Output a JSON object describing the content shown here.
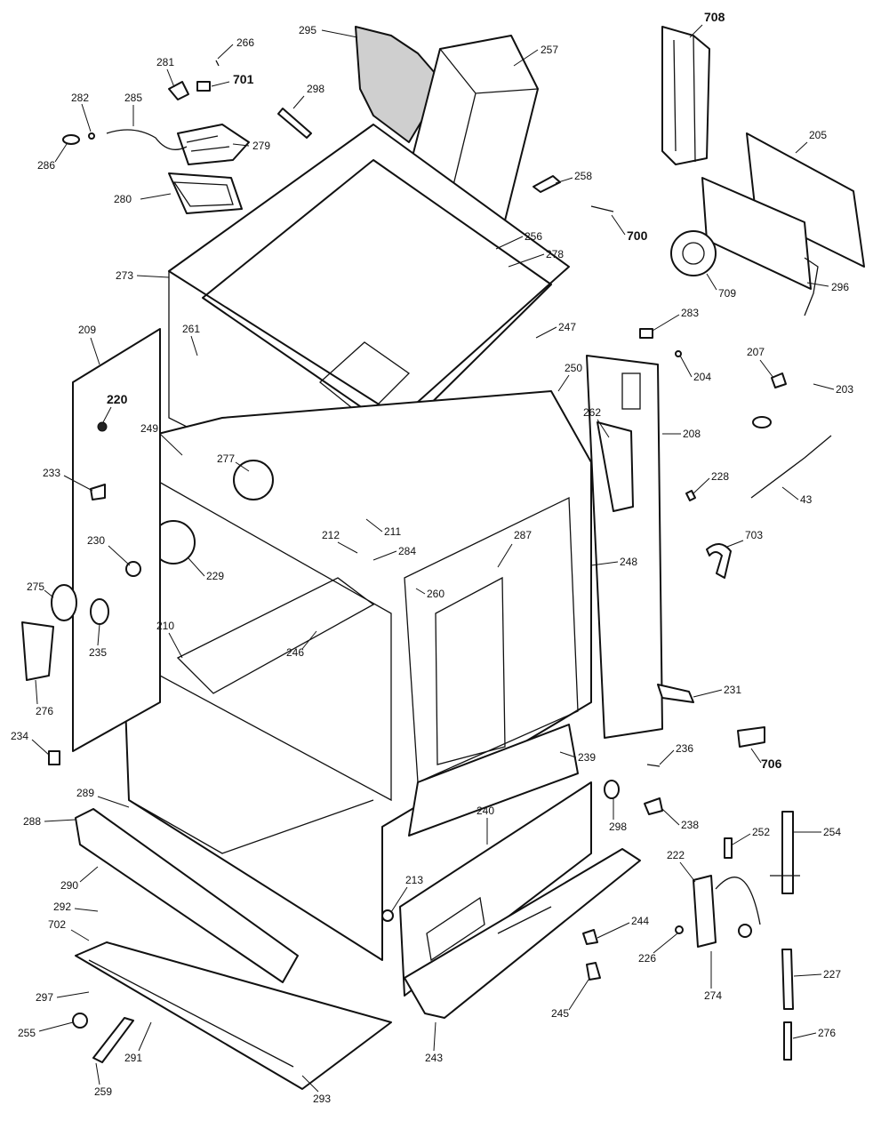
{
  "labels": {
    "l266": "266",
    "l281": "281",
    "l701": "701",
    "l282": "282",
    "l285": "285",
    "l286": "286",
    "l279": "279",
    "l280": "280",
    "l298t": "298",
    "l295": "295",
    "l257": "257",
    "l708": "708",
    "l205": "205",
    "l258": "258",
    "l700": "700",
    "l256": "256",
    "l278": "278",
    "l709": "709",
    "l296": "296",
    "l273": "273",
    "l209": "209",
    "l261": "261",
    "l247": "247",
    "l283": "283",
    "l204": "204",
    "l207": "207",
    "l203": "203",
    "l220": "220",
    "l250": "250",
    "l262": "262",
    "l208": "208",
    "l249": "249",
    "l277": "277",
    "l233": "233",
    "l228": "228",
    "l43": "43",
    "l211": "211",
    "l212": "212",
    "l284": "284",
    "l287": "287",
    "l703": "703",
    "l230": "230",
    "l229": "229",
    "l248": "248",
    "l260": "260",
    "l275": "275",
    "l210": "210",
    "l246": "246",
    "l235": "235",
    "l231": "231",
    "l276": "276",
    "l234": "234",
    "l236": "236",
    "l706": "706",
    "l239": "239",
    "l289": "289",
    "l288": "288",
    "l240": "240",
    "l298b": "298",
    "l238": "238",
    "l252": "252",
    "l254": "254",
    "l290": "290",
    "l222": "222",
    "l213": "213",
    "l292": "292",
    "l244": "244",
    "l702": "702",
    "l226": "226",
    "l227": "227",
    "l274": "274",
    "l297": "297",
    "l245": "245",
    "l255": "255",
    "l291": "291",
    "l243": "243",
    "l276b": "276",
    "l259": "259",
    "l293": "293"
  }
}
